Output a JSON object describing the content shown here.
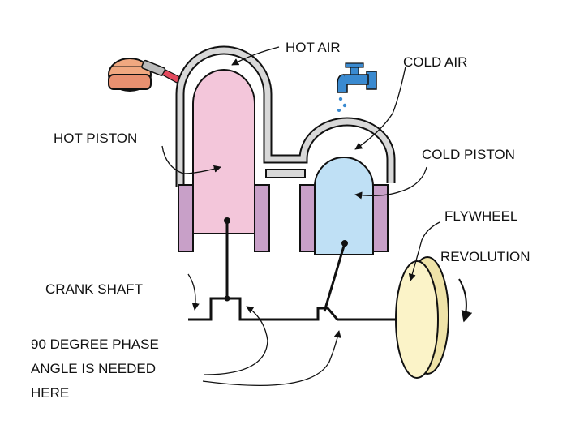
{
  "labels": {
    "hot_air": "HOT AIR",
    "cold_air": "COLD AIR",
    "hot_piston": "HOT PISTON",
    "cold_piston": "COLD PISTON",
    "flywheel": "FLYWHEEL",
    "revolution": "REVOLUTION",
    "crank_shaft": "CRANK SHAFT",
    "phase_line1": "90 DEGREE PHASE",
    "phase_line2": "ANGLE IS NEEDED",
    "phase_line3": "HERE"
  },
  "colors": {
    "hot_chamber": "#f3c6da",
    "cold_chamber": "#bfe0f5",
    "sleeve": "#c8a0c8",
    "flywheel": "#fbf3c8",
    "flywheel_rim": "#efe3a8",
    "torch_body": "#f0a880",
    "tube": "#d8d8d8",
    "outline": "#111111"
  },
  "icons": {
    "heat_source": "blowtorch-icon",
    "cold_source": "water-faucet-icon"
  }
}
